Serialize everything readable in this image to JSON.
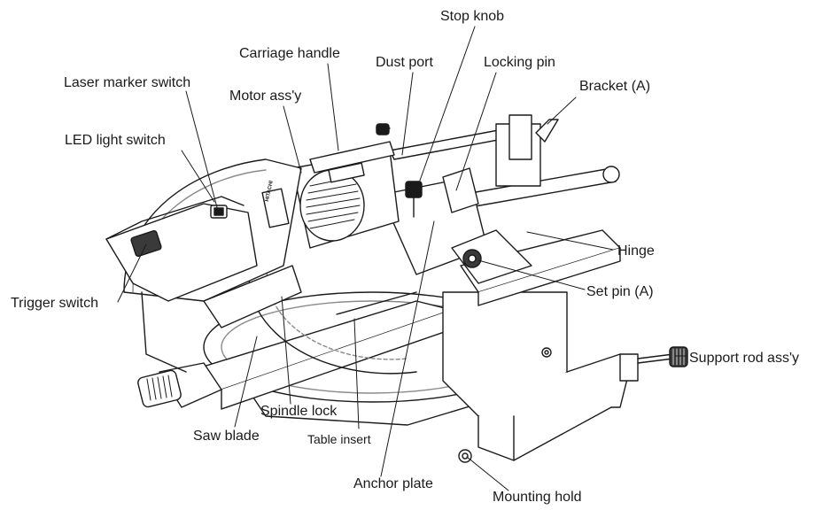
{
  "diagram": {
    "labels": {
      "stop_knob": "Stop knob",
      "carriage_handle": "Carriage handle",
      "dust_port": "Dust port",
      "locking_pin": "Locking pin",
      "laser_marker_switch": "Laser marker switch",
      "motor_assy": "Motor ass'y",
      "bracket_a": "Bracket (A)",
      "led_light_switch": "LED light switch",
      "hinge": "Hinge",
      "set_pin_a": "Set pin (A)",
      "trigger_switch": "Trigger switch",
      "support_rod_assy": "Support rod ass'y",
      "spindle_lock": "Spindle lock",
      "saw_blade": "Saw blade",
      "table_insert": "Table insert",
      "anchor_plate": "Anchor plate",
      "mounting_hold": "Mounting hold"
    },
    "brand_logo_text": "HITACHI",
    "colors": {
      "line": "#1a1a1a",
      "body": "#ffffff",
      "shade": "#cfcfcf",
      "dark": "#3a3a3a"
    }
  }
}
